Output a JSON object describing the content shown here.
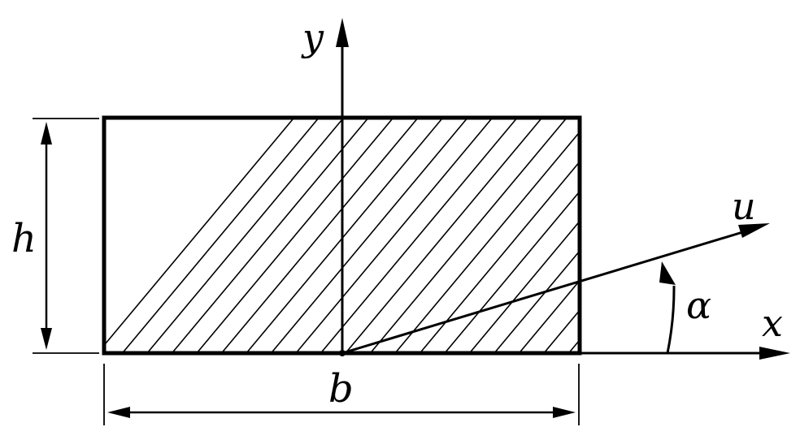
{
  "labels": {
    "y_axis": "y",
    "x_axis": "x",
    "u_axis": "u",
    "angle": "α",
    "height": "h",
    "width": "b"
  },
  "style": {
    "stroke": "#000000",
    "background": "#ffffff"
  }
}
